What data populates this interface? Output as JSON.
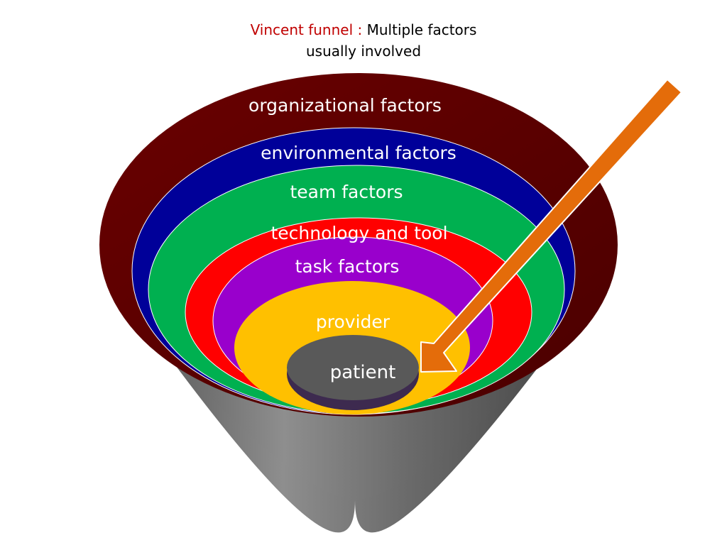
{
  "title": {
    "highlight": "Vincent funnel :",
    "rest": "Multiple factors",
    "line2": "usually involved"
  },
  "layers": [
    {
      "label": "organizational factors",
      "color": "#5c0000"
    },
    {
      "label": "environmental factors",
      "color": "#000099"
    },
    {
      "label": "team factors",
      "color": "#00b050"
    },
    {
      "label": "technology and tool",
      "color": "#ff0000"
    },
    {
      "label": "task factors",
      "color": "#9900cc"
    },
    {
      "label": "provider",
      "color": "#ffc000"
    },
    {
      "label": "patient",
      "color": "#595959"
    }
  ],
  "arrow": {
    "color": "#e46c0a"
  }
}
